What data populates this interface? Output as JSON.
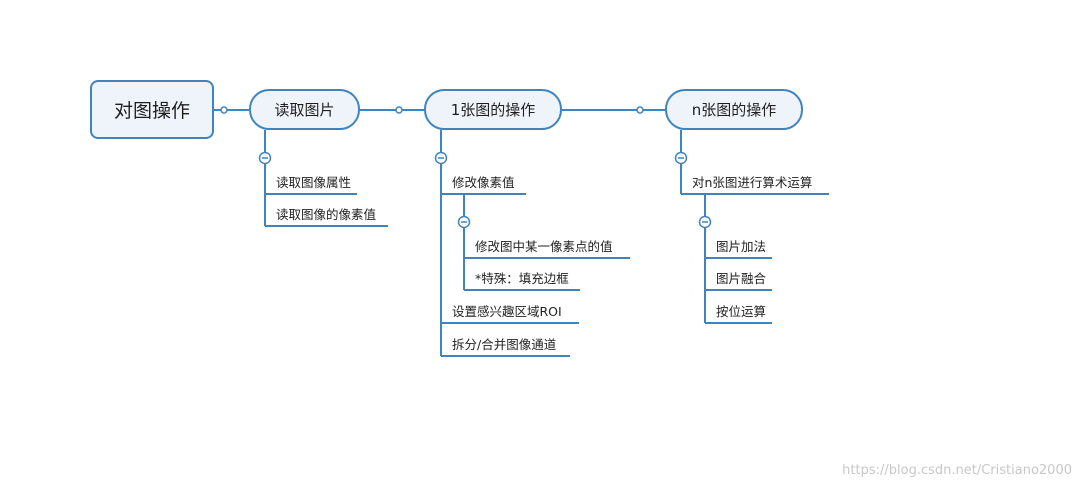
{
  "root": {
    "label": "对图操作"
  },
  "topics": [
    {
      "label": "读取图片",
      "children": [
        "读取图像属性",
        "读取图像的像素值"
      ]
    },
    {
      "label": "1张图的操作",
      "children": [
        "修改像素值",
        "设置感兴趣区域ROI",
        "拆分/合并图像通道"
      ],
      "sub_children": [
        "修改图中某一像素点的值",
        "*特殊：填充边框"
      ]
    },
    {
      "label": "n张图的操作",
      "children": [
        "对n张图进行算术运算"
      ],
      "sub_children": [
        "图片加法",
        "图片融合",
        "按位运算"
      ]
    }
  ],
  "watermark": "https://blog.csdn.net/Cristiano2000",
  "colors": {
    "line": "#3f84bf",
    "node_fill": "#eef4fa"
  }
}
